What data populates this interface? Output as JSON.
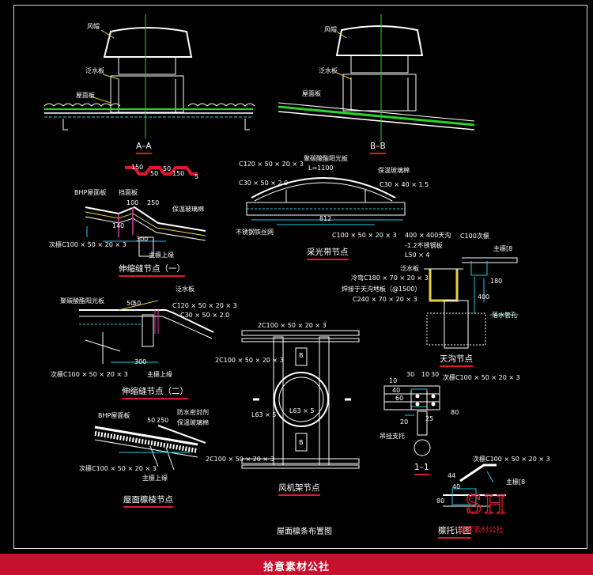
{
  "sections": {
    "aa": {
      "title": "A–A",
      "hood": "风帽",
      "flashing": "泛水板",
      "panel": "屋面板"
    },
    "bb": {
      "title": "B–B",
      "hood": "风帽",
      "flashing": "泛水板",
      "panel": "屋面板"
    },
    "exp1": {
      "title": "伸缩缝节点（一）",
      "dims": [
        "150",
        "50",
        "50",
        "150",
        "5"
      ],
      "bhp": "BHP屋面板",
      "cover": "挡面板",
      "insul": "保温玻璃棉",
      "d100": "100",
      "d250": "250",
      "d300": "300",
      "d140": "140",
      "purlin": "次檩C100 × 50 × 20 × 3",
      "beam": "主檩上缘"
    },
    "skylight": {
      "title": "采光带节点",
      "c120": "C120 × 50 × 20 × 3",
      "c30": "C30 × 50 × 2.0",
      "sheet": "聚碳酸酯阳光板",
      "len": "L=1100",
      "insul": "保温玻璃棉",
      "c30b": "C30 × 40 × 1.5",
      "d812": "812",
      "steel": "不锈钢铁丝网",
      "c100": "C100 × 50 × 20 × 3"
    },
    "exp2": {
      "title": "伸缩缝节点（二）",
      "sheet": "聚碳酸酯阳光板",
      "flashing": "泛水板",
      "d50a": "50",
      "d50b": "50",
      "c120": "C120 × 50 × 20 × 3",
      "c30": "C30 × 50 × 2.0",
      "d300": "300",
      "purlin": "次檩C100 × 50 × 20 × 3",
      "beam": "主檩上缘"
    },
    "gutter": {
      "title": "天沟节点",
      "box": "400 × 400天沟",
      "box2": "-1.2不锈钢板",
      "l50": "L50 × 4",
      "c100": "C100次檩",
      "beam": "主檩[8",
      "flashing": "泛水板",
      "c180": "冷弯C180 × 70 × 20 × 3",
      "weld": "焊接于天沟地板（@1500）",
      "c240": "C240 × 70 × 20 × 3",
      "d400": "400",
      "d180": "180",
      "drain": "落水管孔"
    },
    "ridge": {
      "title": "屋面檩棱节点",
      "bhp": "BHP屋面板",
      "d50": "50",
      "d250": "250",
      "seal": "防水密封剂",
      "insul": "保温玻璃棉",
      "purlin": "次檩C100 × 50 × 20 × 3",
      "beam": "主檩上缘"
    },
    "fan": {
      "title": "风机架节点",
      "c1": "2C100 × 50 × 20 × 3",
      "c2": "2C100 × 50 × 20 × 3",
      "c3": "2C100 × 50 × 20 × 3",
      "l63": "L63 × 5",
      "l63b": "L63 × 5",
      "b": "B"
    },
    "s11": {
      "title": "1–1",
      "purlin": "次檩C100 × 50 × 20 × 3",
      "d10": "10",
      "d30a": "30",
      "d10b": "10",
      "d30b": "30",
      "d40": "40",
      "d60": "60",
      "d25": "25",
      "d20": "20",
      "d80": "80",
      "hook": "吊挂支托"
    },
    "bracket": {
      "title": "檩托详图",
      "purlin": "次檩C100 × 50 × 20 × 3",
      "d44": "44",
      "beam": "主檩[8",
      "d80": "80",
      "d40": "40"
    }
  },
  "footer_title": "屋面檩条布置图",
  "watermark": {
    "logo": "SH",
    "text": "拾意素材公社"
  },
  "banner": "拾意素材公社",
  "colors": {
    "bg": "#000000",
    "line": "#ffffff",
    "axis": "#2bd32b",
    "accent": "#e0172f",
    "dim": "#29c7e0",
    "yellow": "#e8d13a",
    "magenta": "#e03aa8",
    "banner": "#c8102e"
  }
}
